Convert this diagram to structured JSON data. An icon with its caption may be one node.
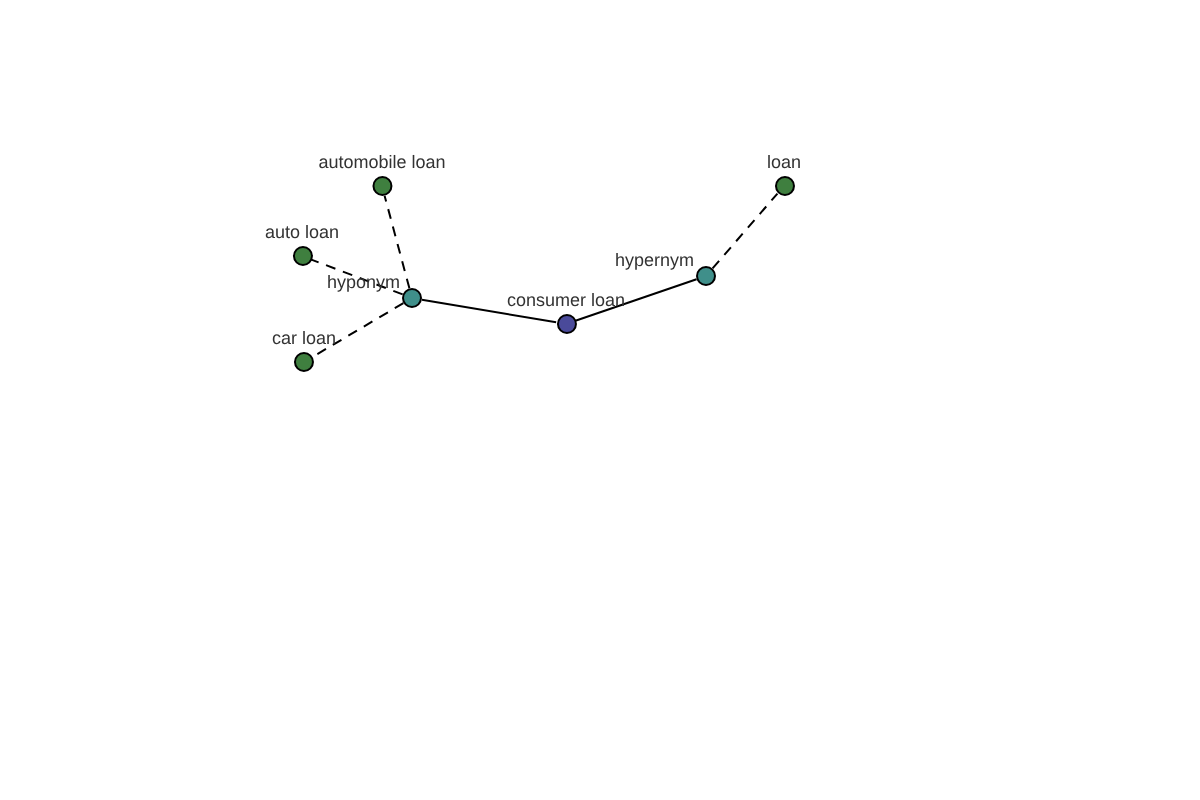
{
  "diagram": {
    "nodes": [
      {
        "text": [
          "automobile loan"
        ]
      },
      {
        "text": [
          "auto loan"
        ]
      },
      {
        "text": [
          "hyponym"
        ]
      },
      {
        "text": [
          "car loan"
        ]
      },
      {
        "text": [
          "consumer loan"
        ]
      },
      {
        "text": [
          "hypernym"
        ]
      },
      {
        "text": [
          "loan"
        ]
      }
    ],
    "edges": [
      {
        "from": 2,
        "to": 0,
        "arrow": "none",
        "style": "dashed"
      },
      {
        "from": 2,
        "to": 1,
        "arrow": "none",
        "style": "dashed"
      },
      {
        "from": 2,
        "to": 3,
        "arrow": "none",
        "style": "dashed"
      },
      {
        "from": 2,
        "to": 4,
        "arrow": "none"
      },
      {
        "from": 4,
        "to": 5,
        "arrow": "none"
      },
      {
        "from": 5,
        "to": 6,
        "arrow": "none",
        "style": "dashed"
      }
    ]
  }
}
